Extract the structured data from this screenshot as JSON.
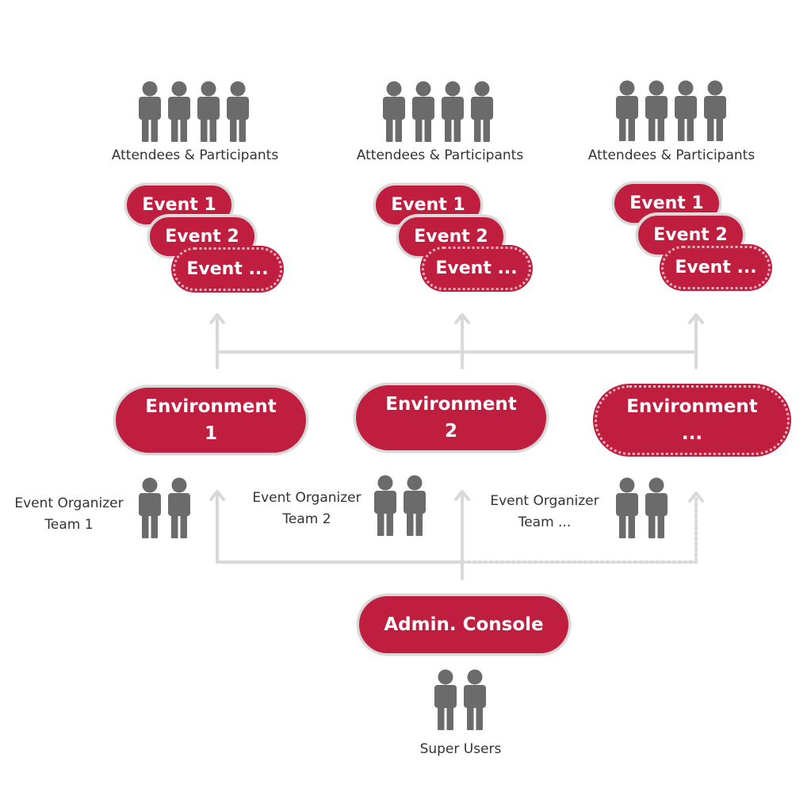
{
  "colors": {
    "accent": "#c01e3e",
    "people": "#6b6b6b",
    "connector": "#d9d9d9"
  },
  "icons": {
    "person": "person-icon"
  },
  "audience": [
    {
      "label": "Attendees & Participants"
    },
    {
      "label": "Attendees & Participants"
    },
    {
      "label": "Attendees & Participants"
    }
  ],
  "event_stacks": [
    {
      "events": [
        "Event 1",
        "Event 2",
        "Event ..."
      ]
    },
    {
      "events": [
        "Event 1",
        "Event 2",
        "Event ..."
      ]
    },
    {
      "events": [
        "Event 1",
        "Event 2",
        "Event ..."
      ]
    }
  ],
  "environments": [
    {
      "line1": "Environment",
      "line2": "1"
    },
    {
      "line1": "Environment",
      "line2": "2"
    },
    {
      "line1": "Environment",
      "line2": "..."
    }
  ],
  "organizer_teams": [
    {
      "line1": "Event Organizer",
      "line2": "Team 1"
    },
    {
      "line1": "Event Organizer",
      "line2": "Team 2"
    },
    {
      "line1": "Event Organizer",
      "line2": "Team ..."
    }
  ],
  "admin_console": {
    "label": "Admin. Console"
  },
  "super_users": {
    "label": "Super Users"
  }
}
